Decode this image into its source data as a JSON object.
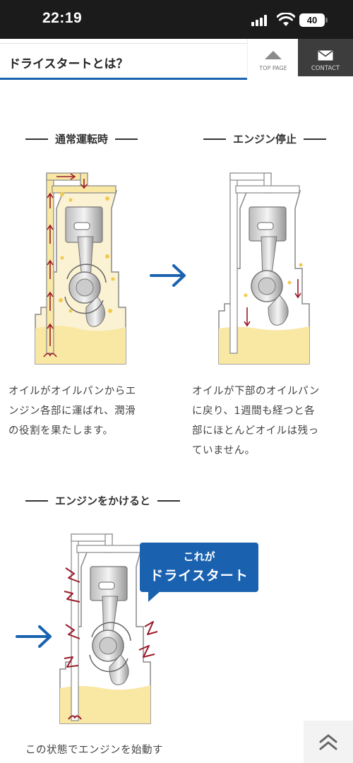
{
  "status_bar": {
    "time": "22:19",
    "battery": "40"
  },
  "header": {
    "title": "ドライスタートとは？",
    "top_page_label": "TOP PAGE",
    "contact_label": "CONTACT"
  },
  "sections": {
    "normal": {
      "heading": "通常運転時",
      "caption_lines": [
        "オイルがオイルパンからエ",
        "ンジン各部に運ばれ、潤滑",
        "の役割を果たします。"
      ]
    },
    "stopped": {
      "heading": "エンジン停止",
      "caption_lines": [
        "オイルが下部のオイルパン",
        "に戻り、1週間も経つと各",
        "部にほとんどオイルは残っ",
        "ていません。"
      ]
    },
    "start": {
      "heading": "エンジンをかけると",
      "callout_line1": "これが",
      "callout_line2": "ドライスタート",
      "caption_lines": [
        "この状態でエンジンを始動す"
      ]
    }
  },
  "colors": {
    "accent_blue": "#1a62b0",
    "oil_yellow": "#f9e7a4",
    "arrow_red": "#9b1b2a",
    "header_dark": "#3d3d3d"
  },
  "icons": [
    "signal-icon",
    "wifi-icon",
    "battery-icon",
    "triangle-up-icon",
    "mail-icon",
    "arrow-right-icon",
    "double-chevron-up-icon"
  ]
}
